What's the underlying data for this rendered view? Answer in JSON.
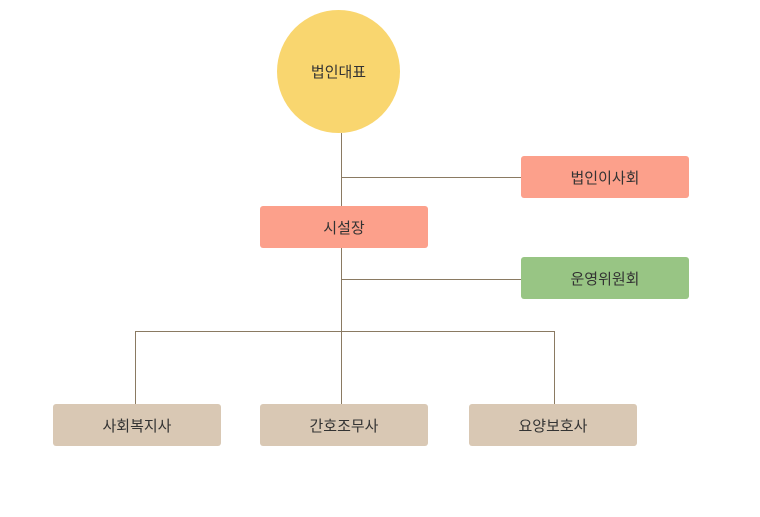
{
  "top": {
    "label": "법인대표"
  },
  "board": {
    "label": "법인이사회"
  },
  "director": {
    "label": "시설장"
  },
  "committee": {
    "label": "운영위원회"
  },
  "staff": [
    {
      "label": "사회복지사"
    },
    {
      "label": "간호조무사"
    },
    {
      "label": "요양보호사"
    }
  ],
  "colors": {
    "top": "#f9d66f",
    "red": "#fca08b",
    "green": "#98c584",
    "tan": "#d9c8b4",
    "line": "#8a7a62"
  }
}
